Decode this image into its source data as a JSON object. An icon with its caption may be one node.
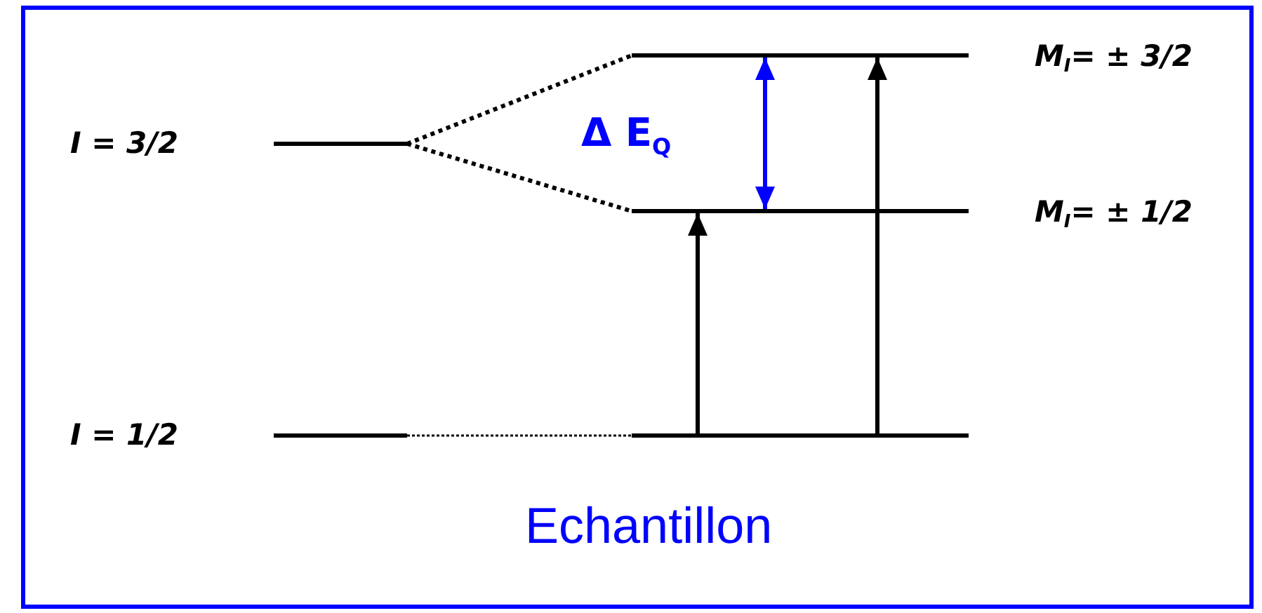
{
  "diagram": {
    "nodes": [
      {
        "text": [],
        "shape": "bar",
        "beside": [
          "I = 3/2"
        ]
      },
      {
        "text": [],
        "shape": "bar",
        "beside": [
          "M$_{I}$= ± 3/2"
        ]
      },
      {
        "text": [],
        "shape": "bar",
        "beside": [
          "M$_{I}$= ± 1/2"
        ]
      },
      {
        "text": [],
        "shape": "bar",
        "beside": [
          "I = 1/2"
        ]
      },
      {
        "text": [],
        "shape": "bar"
      }
    ],
    "edges": [
      {
        "from": 0,
        "to": 1,
        "arrow": "none",
        "style": "dashed"
      },
      {
        "from": 0,
        "to": 2,
        "arrow": "none",
        "style": "dashed"
      },
      {
        "from": 3,
        "to": 4,
        "arrow": "none",
        "style": "dashed"
      },
      {
        "from": 4,
        "to": 2,
        "arrow": "to"
      },
      {
        "from": 4,
        "to": 1,
        "arrow": "to"
      },
      {
        "from": 2,
        "to": 1,
        "arrow": "both",
        "color": "#0000ff",
        "label": "Δ E$_{Q}$"
      }
    ],
    "labels": [
      "Echantillon"
    ]
  }
}
